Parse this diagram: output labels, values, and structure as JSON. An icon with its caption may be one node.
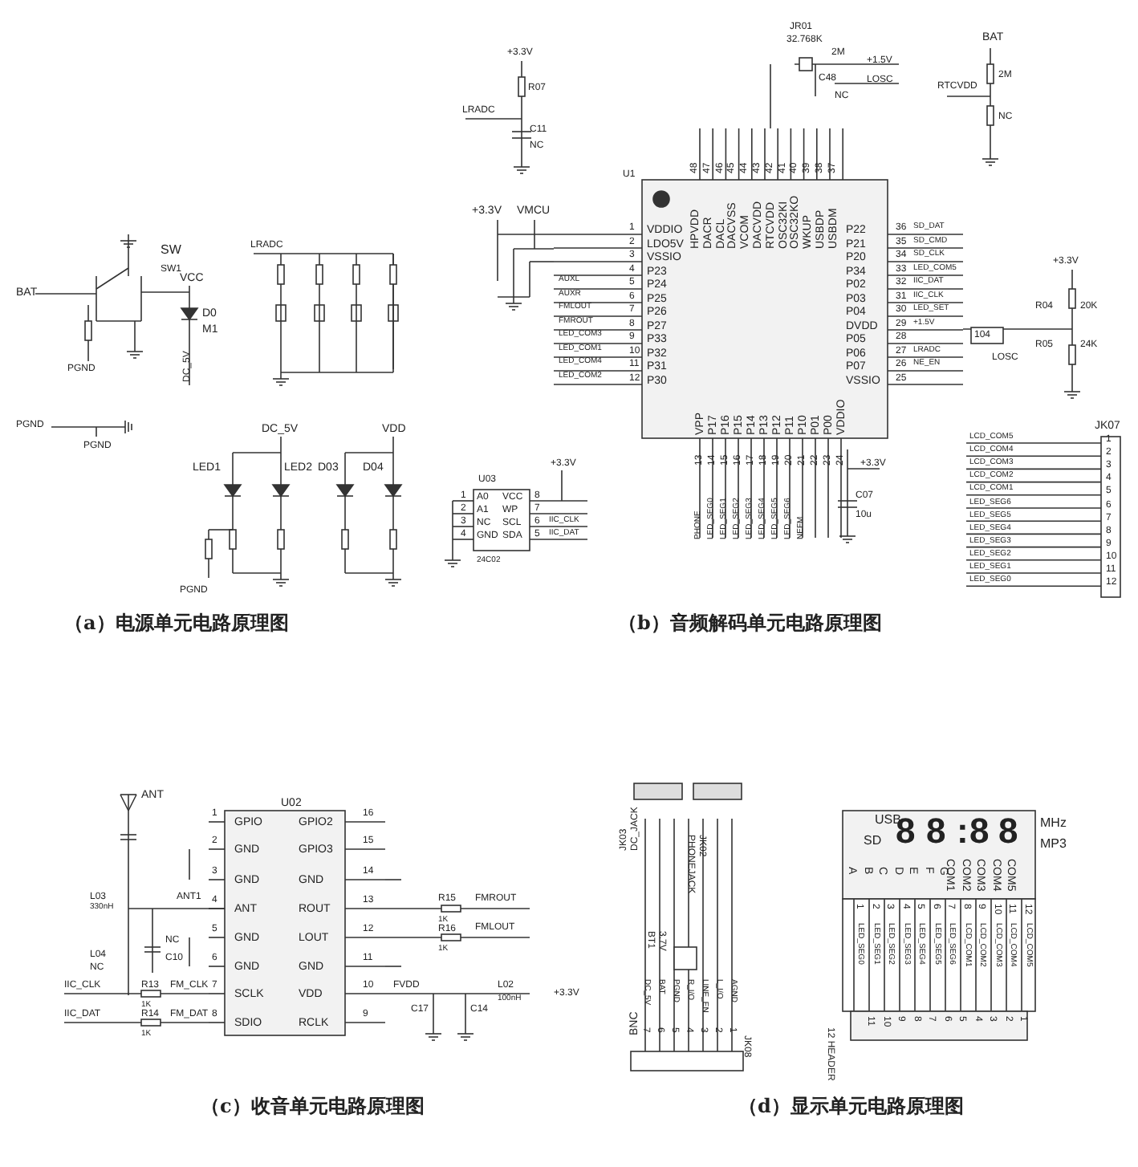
{
  "diagram": {
    "labels": [
      "SW",
      "SW1",
      "BAT",
      "VCC",
      "D0",
      "M1",
      "PGND",
      "DC_5V",
      "LRADC",
      "PGND",
      "PGND",
      "DC_5V",
      "VDD",
      "LED1",
      "LED2",
      "D03",
      "D04",
      "PGND",
      "（a）电源单元电路原理图",
      "+3.3V",
      "R07",
      "LRADC",
      "C11",
      "NC",
      "U1",
      "+3.3V",
      "VMCU",
      "JR01",
      "32.768K",
      "2M",
      "C48",
      "+1.5V",
      "LOSC",
      "NC",
      "BAT",
      "2M",
      "RTCVDD",
      "NC",
      "+3.3V",
      "R04",
      "20K",
      "R05",
      "24K",
      "104",
      "LOSC",
      "HPVDD",
      "DACR",
      "DACL",
      "DACVSS",
      "VCOM",
      "DACVDD",
      "RTCVDD",
      "OSC32KI",
      "OSC32KO",
      "WKUP",
      "USBDP",
      "USBDM",
      "48",
      "47",
      "46",
      "45",
      "44",
      "43",
      "42",
      "41",
      "40",
      "39",
      "38",
      "37",
      "1",
      "2",
      "3",
      "4",
      "5",
      "6",
      "7",
      "8",
      "9",
      "10",
      "11",
      "12",
      "VDDIO",
      "LDO5V",
      "VSSIO",
      "P23",
      "P24",
      "P25",
      "P26",
      "P27",
      "P33",
      "P32",
      "P31",
      "P30",
      "AUXL",
      "AUXR",
      "FMLOUT",
      "FMROUT",
      "LED_COM3",
      "LED_COM1",
      "LED_COM4",
      "LED_COM2",
      "36",
      "35",
      "34",
      "33",
      "32",
      "31",
      "30",
      "29",
      "28",
      "27",
      "26",
      "25",
      "P22",
      "P21",
      "P20",
      "P34",
      "P02",
      "P03",
      "P04",
      "DVDD",
      "P05",
      "P06",
      "P07",
      "VSSIO",
      "SD_DAT",
      "SD_CMD",
      "SD_CLK",
      "LED_COM5",
      "IIC_DAT",
      "IIC_CLK",
      "LED_SET",
      "+1.5V",
      "LRADC",
      "NE_EN",
      "VPP",
      "P17",
      "P16",
      "P15",
      "P14",
      "P13",
      "P12",
      "P11",
      "P10",
      "P01",
      "P00",
      "VDDIO",
      "13",
      "14",
      "15",
      "16",
      "17",
      "18",
      "19",
      "20",
      "21",
      "22",
      "23",
      "24",
      "PHONE",
      "LED_SEG0",
      "LED_SEG1",
      "LED_SEG2",
      "LED_SEG3",
      "LED_SEG4",
      "LED_SEG5",
      "LED_SEG6",
      "NEFM",
      "+3.3V",
      "C07",
      "10u",
      "U03",
      "1",
      "2",
      "3",
      "4",
      "A0",
      "A1",
      "NC",
      "GND",
      "VCC",
      "WP",
      "SCL",
      "SDA",
      "8",
      "7",
      "6",
      "5",
      "+3.3V",
      "IIC_CLK",
      "IIC_DAT",
      "24C02",
      "JK07",
      "LCD_COM5",
      "LCD_COM4",
      "LCD_COM3",
      "LCD_COM2",
      "LCD_COM1",
      "LED_SEG6",
      "LED_SEG5",
      "LED_SEG4",
      "LED_SEG3",
      "LED_SEG2",
      "LED_SEG1",
      "LED_SEG0",
      "1",
      "2",
      "3",
      "4",
      "5",
      "6",
      "7",
      "8",
      "9",
      "10",
      "11",
      "12",
      "（b）音频解码单元电路原理图",
      "ANT",
      "L03",
      "330nH",
      "ANT1",
      "L04",
      "NC",
      "C10",
      "NC",
      "U02",
      "1",
      "2",
      "3",
      "4",
      "5",
      "6",
      "7",
      "8",
      "GPIO",
      "GND",
      "GND",
      "ANT",
      "GND",
      "GND",
      "SCLK",
      "SDIO",
      "GPIO2",
      "GPIO3",
      "GND",
      "ROUT",
      "LOUT",
      "GND",
      "VDD",
      "RCLK",
      "16",
      "15",
      "14",
      "13",
      "12",
      "11",
      "10",
      "9",
      "R15",
      "FMROUT",
      "R16",
      "FMLOUT",
      "1K",
      "1K",
      "IIC_CLK",
      "R13",
      "FM_CLK",
      "IIC_DAT",
      "R14",
      "FM_DAT",
      "1K",
      "1K",
      "FVDD",
      "L02",
      "100nH",
      "+3.3V",
      "C17",
      "C14",
      "（c）收音单元电路原理图",
      "JK03",
      "DC_JACK",
      "JK02",
      "PHONEJACK",
      "BT1",
      "3.7V",
      "DC_5V",
      "BAT",
      "PGND",
      "R_I/O",
      "LINE_EN",
      "L_I/O",
      "AGND",
      "7",
      "6",
      "5",
      "4",
      "3",
      "2",
      "1",
      "JK08",
      "BNC",
      "USB",
      "SD",
      "8",
      "8",
      ":",
      "8",
      "8",
      "MHz",
      "MP3",
      "COM1",
      "COM2",
      "COM3",
      "COM4",
      "COM5",
      "A",
      "B",
      "C",
      "D",
      "E",
      "F",
      "G",
      "1",
      "2",
      "3",
      "4",
      "5",
      "6",
      "7",
      "8",
      "9",
      "10",
      "11",
      "12",
      "LED_SEG0",
      "LED_SEG1",
      "LED_SEG2",
      "LED_SEG3",
      "LED_SEG4",
      "LED_SEG5",
      "LED_SEG6",
      "LCD_COM1",
      "LCD_COM2",
      "LCD_COM3",
      "LCD_COM4",
      "LCD_COM5",
      "12 HEADER",
      "11",
      "10",
      "9",
      "8",
      "7",
      "6",
      "5",
      "4",
      "3",
      "2",
      "1",
      "（d）显示单元电路原理图"
    ]
  }
}
